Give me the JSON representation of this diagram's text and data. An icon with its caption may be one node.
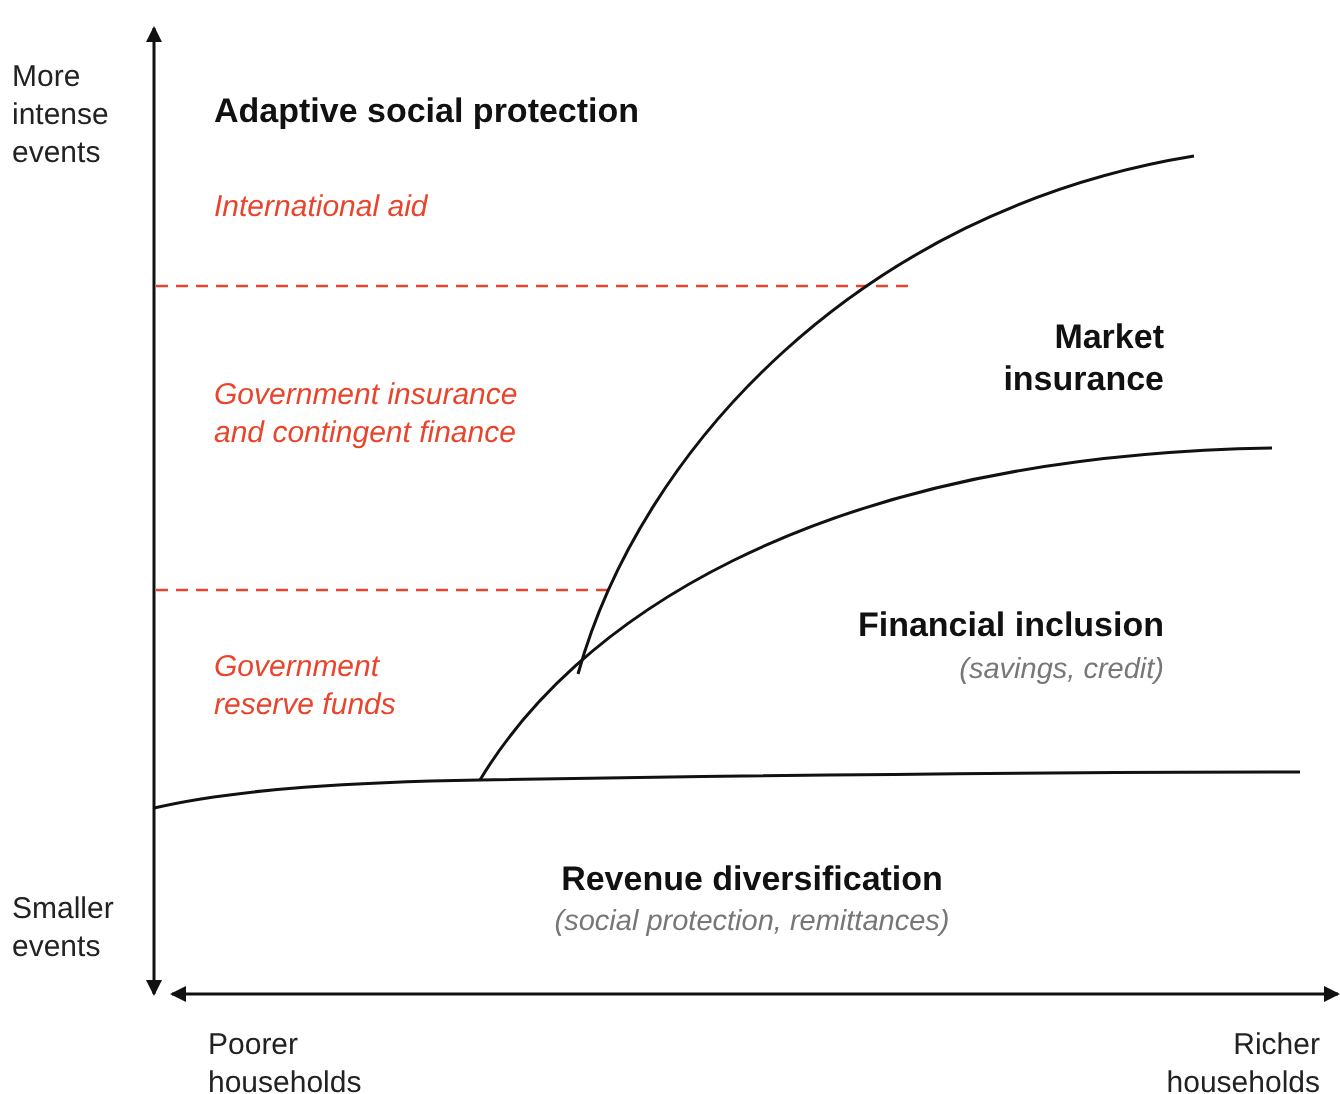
{
  "diagram": {
    "labels": [
      "More intense events",
      "Adaptive social protection",
      "International aid",
      "Market insurance",
      "Government insurance and contingent finance",
      "Financial inclusion",
      "(savings, credit)",
      "Government reserve funds",
      "Revenue diversification",
      "(social protection, remittances)",
      "Smaller events",
      "Poorer households",
      "Richer households"
    ]
  }
}
